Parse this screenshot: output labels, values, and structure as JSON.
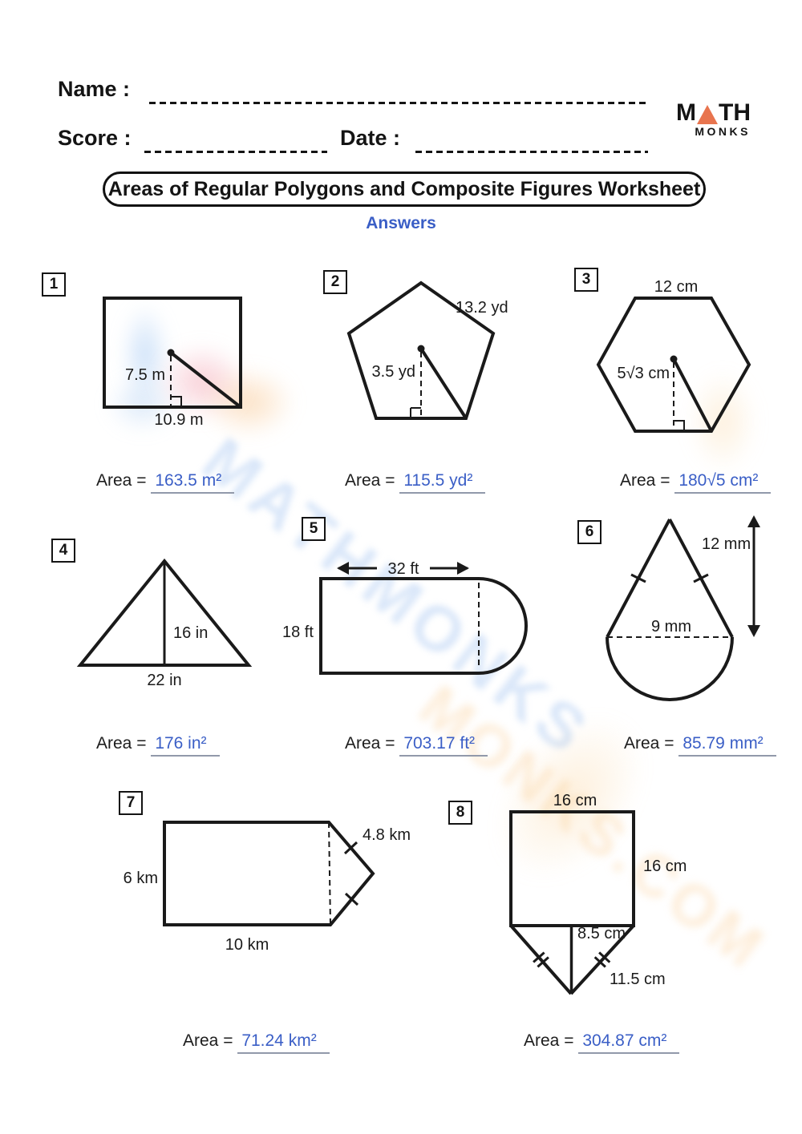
{
  "page": {
    "title": "Areas of Regular Polygons and Composite Figures Worksheet",
    "answers_label": "Answers",
    "area_prefix": "Area ="
  },
  "header": {
    "name_label": "Name :",
    "score_label": "Score :",
    "date_label": "Date :"
  },
  "logo": {
    "m": "M",
    "th": "TH",
    "monks": "MONKS",
    "triangle_color": "#e8744e"
  },
  "colors": {
    "answer_blue": "#3a5ec6",
    "ink": "#1a1a1a"
  },
  "watermark": {
    "ghost_text_1": "MATHMONKS",
    "ghost_text_2": "MONKS.COM"
  },
  "problems": [
    {
      "number": "1",
      "dims": {
        "apothem": "7.5 m",
        "side": "10.9 m"
      },
      "area": "163.5 m²"
    },
    {
      "number": "2",
      "dims": {
        "side": "13.2 yd",
        "apothem": "3.5 yd"
      },
      "area": "115.5 yd²"
    },
    {
      "number": "3",
      "dims": {
        "side": "12 cm",
        "apothem": "5√3 cm"
      },
      "area": "180√5 cm²"
    },
    {
      "number": "4",
      "dims": {
        "height": "16 in",
        "base": "22 in"
      },
      "area": "176 in²"
    },
    {
      "number": "5",
      "dims": {
        "width": "32 ft",
        "height": "18 ft"
      },
      "area": "703.17 ft²"
    },
    {
      "number": "6",
      "dims": {
        "height": "12 mm",
        "diameter": "9 mm"
      },
      "area": "85.79 mm²"
    },
    {
      "number": "7",
      "dims": {
        "slant": "4.8 km",
        "height": "6 km",
        "base": "10 km"
      },
      "area": "71.24 km²"
    },
    {
      "number": "8",
      "dims": {
        "top": "16 cm",
        "side": "16 cm",
        "inner_height": "8.5 cm",
        "slant": "11.5 cm"
      },
      "area": "304.87 cm²"
    }
  ]
}
